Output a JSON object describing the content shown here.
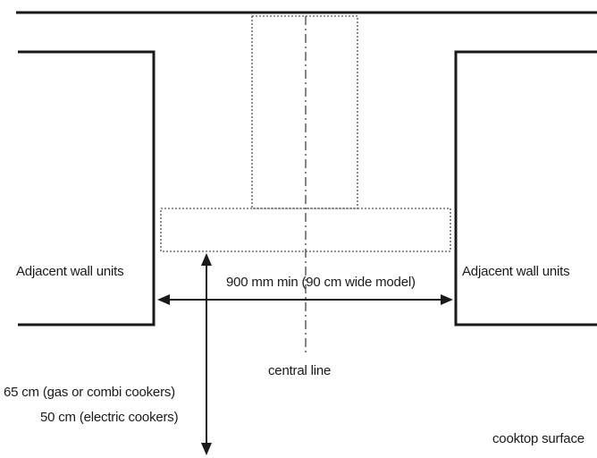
{
  "labels": {
    "left_units": "Adjacent wall units",
    "right_units": "Adjacent wall units",
    "width_dimension": "900 mm min (90 cm wide model)",
    "central_line": "central line",
    "height_gas": "65 cm (gas or combi cookers)",
    "height_electric": "50 cm (electric cookers)",
    "cooktop_surface": "cooktop surface"
  }
}
